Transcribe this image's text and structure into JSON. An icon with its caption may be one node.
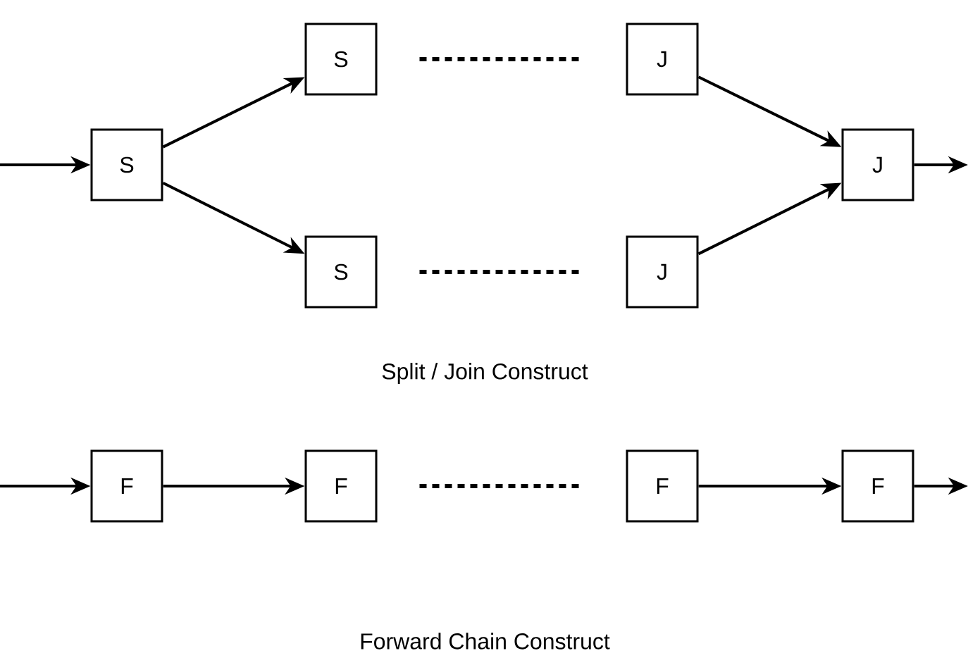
{
  "diagram": {
    "nodes": [
      {
        "text": [
          "S"
        ]
      },
      {
        "text": [
          "S"
        ]
      },
      {
        "text": [
          "S"
        ]
      },
      {
        "text": [
          "J"
        ]
      },
      {
        "text": [
          "J"
        ]
      },
      {
        "text": [
          "J"
        ]
      },
      {
        "text": [
          "F"
        ]
      },
      {
        "text": [
          "F"
        ]
      },
      {
        "text": [
          "F"
        ]
      },
      {
        "text": [
          "F"
        ]
      }
    ],
    "edges": [
      {
        "from": null,
        "to": 0,
        "arrow": "to"
      },
      {
        "from": 0,
        "to": 1,
        "arrow": "to"
      },
      {
        "from": 0,
        "to": 2,
        "arrow": "to"
      },
      {
        "from": 1,
        "to": 3,
        "arrow": "none",
        "style": "dashed"
      },
      {
        "from": 2,
        "to": 4,
        "arrow": "none",
        "style": "dashed"
      },
      {
        "from": 3,
        "to": 5,
        "arrow": "to"
      },
      {
        "from": 4,
        "to": 5,
        "arrow": "to"
      },
      {
        "from": 5,
        "to": null,
        "arrow": "to"
      },
      {
        "from": null,
        "to": 6,
        "arrow": "to"
      },
      {
        "from": 6,
        "to": 7,
        "arrow": "to"
      },
      {
        "from": 7,
        "to": 8,
        "arrow": "none",
        "style": "dashed"
      },
      {
        "from": 8,
        "to": 9,
        "arrow": "to"
      },
      {
        "from": 9,
        "to": null,
        "arrow": "to"
      }
    ],
    "labels": [
      "Split / Join Construct",
      "Forward Chain Construct"
    ]
  }
}
